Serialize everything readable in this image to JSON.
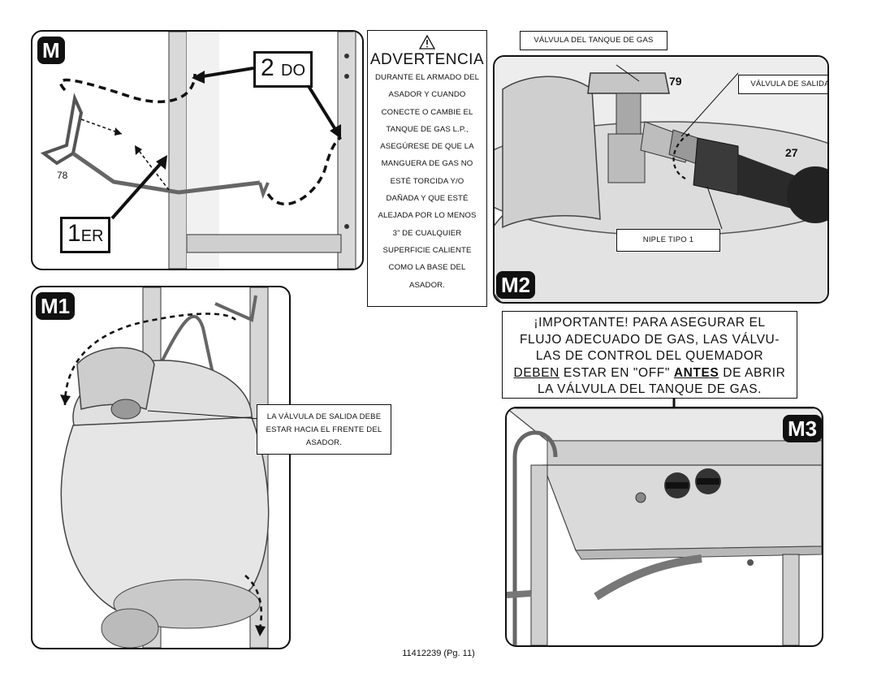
{
  "panels": {
    "m": {
      "tag": "M",
      "part_78": "78",
      "label_1er_num": "1",
      "label_1er_suffix": "ER",
      "label_2do_num": "2",
      "label_2do_suffix": "DO"
    },
    "m1": {
      "tag": "M1",
      "callout": "La válvula de salida debe estar hacia el frente del asador."
    },
    "m2": {
      "tag": "M2",
      "callout_tank_valve": "Válvula del Tanque de Gas",
      "callout_outlet_valve": "Válvula de salida",
      "callout_nipple": "Niple Tipo 1",
      "part_79": "79",
      "part_27": "27"
    },
    "m3": {
      "tag": "M3"
    }
  },
  "warning": {
    "icon": "warning-triangle-icon",
    "title": "ADVERTENCIA",
    "lines": [
      "Durante el armado del",
      "asador y cuando",
      "conecte o cambie el",
      "tanque de gas L.P.,",
      "asegúrese de que la",
      "manguera de gas no",
      "esté torcida y/o",
      "dañada y que esté",
      "alejada por lo menos",
      "3” de cualquier",
      "superficie caliente",
      "como la base del",
      "asador."
    ]
  },
  "important": {
    "line1": "¡IMPORTANTE!  PARA ASEGURAR EL",
    "line2": "FLUJO ADECUADO DE GAS, LAS VÁLVU-",
    "line3": "LAS DE CONTROL DEL QUEMADOR",
    "line4_a": "DEBEN",
    "line4_b": " ESTAR EN \"OFF\" ",
    "line4_c": "ANTES",
    "line4_d": " DE ABRIR",
    "line5": "LA VÁLVULA DEL TANQUE DE GAS."
  },
  "footer": "11412239 (Pg. 11)"
}
